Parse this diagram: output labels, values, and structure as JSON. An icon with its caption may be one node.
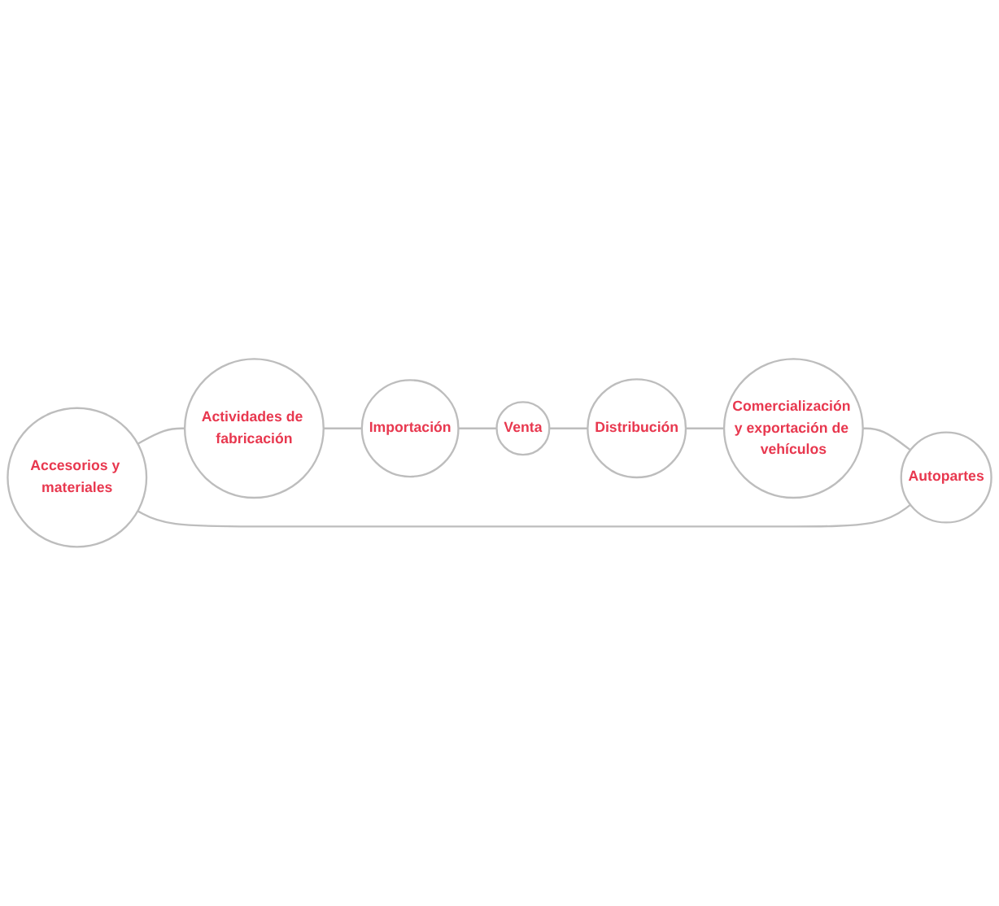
{
  "diagram": {
    "nodes": [
      {
        "text": [
          "Accesorios y materiales"
        ]
      },
      {
        "text": [
          "Actividades de fabricación"
        ]
      },
      {
        "text": [
          "Importación"
        ]
      },
      {
        "text": [
          "Venta"
        ]
      },
      {
        "text": [
          "Distribución"
        ]
      },
      {
        "text": [
          "Comercialización y exportación de vehículos"
        ]
      },
      {
        "text": [
          "Autopartes"
        ]
      }
    ],
    "edges": [
      {
        "from": 0,
        "to": 1,
        "arrow": "none"
      },
      {
        "from": 1,
        "to": 2,
        "arrow": "none"
      },
      {
        "from": 2,
        "to": 3,
        "arrow": "none"
      },
      {
        "from": 3,
        "to": 4,
        "arrow": "none"
      },
      {
        "from": 4,
        "to": 5,
        "arrow": "none"
      },
      {
        "from": 5,
        "to": 6,
        "arrow": "none"
      },
      {
        "from": 6,
        "to": 0,
        "arrow": "none"
      }
    ]
  }
}
